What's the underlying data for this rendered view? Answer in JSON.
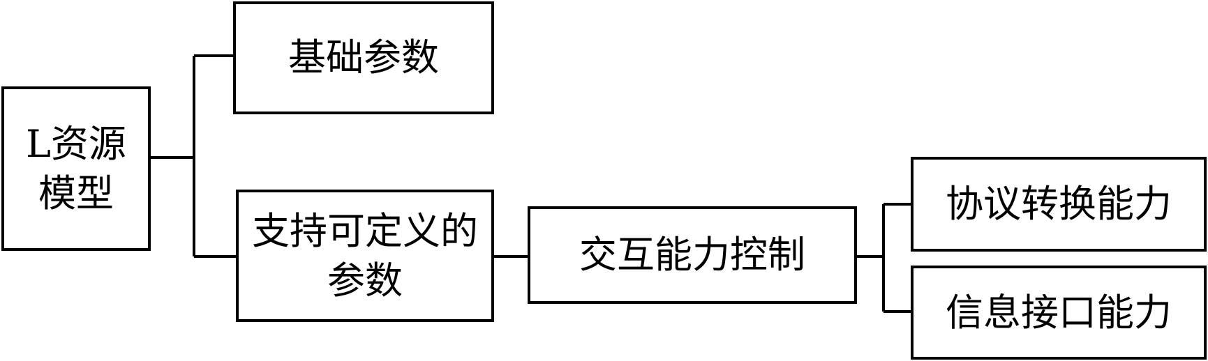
{
  "diagram": {
    "nodes": {
      "l_resource_model": "L资源模型",
      "basic_params": "基础参数",
      "custom_params": "支持可定义的参数",
      "interaction_control": "交互能力控制",
      "protocol_conversion": "协议转换能力",
      "info_interface": "信息接口能力"
    },
    "colors": {
      "stroke": "#000000",
      "background": "#ffffff"
    }
  }
}
